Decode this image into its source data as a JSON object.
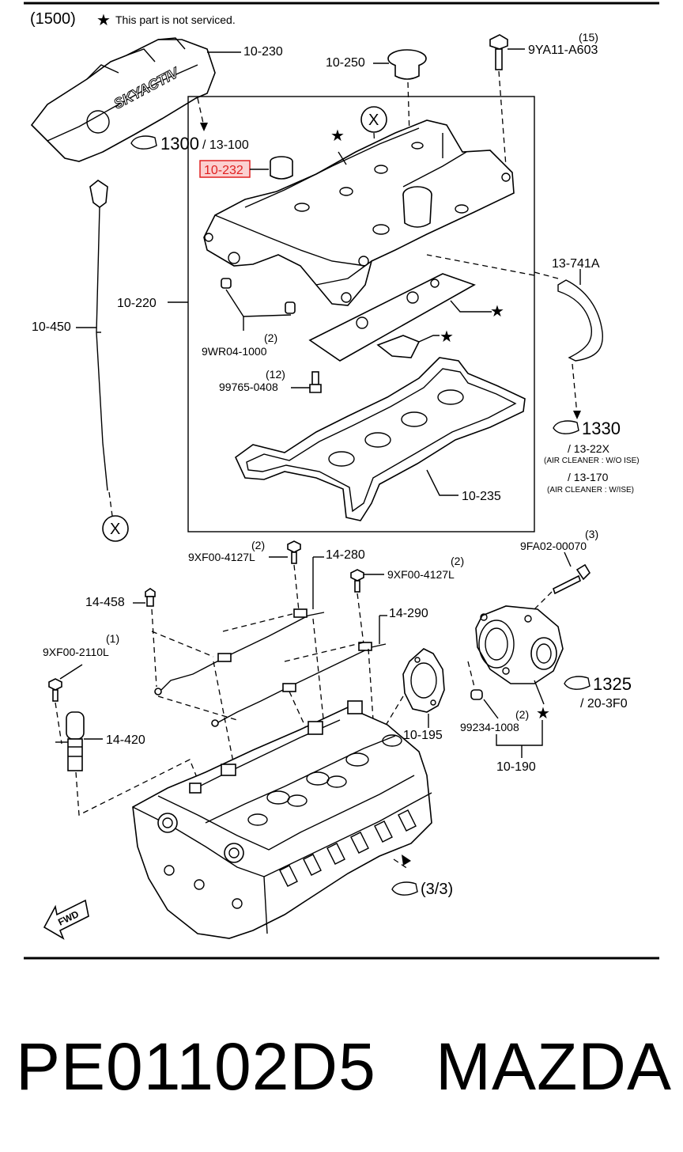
{
  "header": {
    "section_code": "(1500)",
    "star_note": "This part is not serviced."
  },
  "callouts": {
    "p10_230": "10-230",
    "p10_250": "10-250",
    "qty15": "(15)",
    "p9YA11": "9YA11-A603",
    "ref1300": "1300",
    "ref13_100": "/ 13-100",
    "p10_232": "10-232",
    "x_mark": "X",
    "p10_220": "10-220",
    "p13_741A": "13-741A",
    "p10_450": "10-450",
    "qty2_a": "(2)",
    "p9WR04": "9WR04-1000",
    "qty12": "(12)",
    "p99765": "99765-0408",
    "ref1330": "1330",
    "ref13_22X": "/ 13-22X",
    "note_wo_ise": "(AIR CLEANER : W/O ISE)",
    "ref13_170": "/ 13-170",
    "note_wise": "(AIR CLEANER : W/ISE)",
    "p10_235": "10-235",
    "qty2_b": "(2)",
    "p9XF00_a": "9XF00-4127L",
    "p14_280": "14-280",
    "qty3": "(3)",
    "p9FA02": "9FA02-00070",
    "qty2_c": "(2)",
    "p9XF00_b": "9XF00-4127L",
    "p14_458": "14-458",
    "p14_290": "14-290",
    "qty1": "(1)",
    "p9XF00_c": "9XF00-2110L",
    "ref1325": "1325",
    "ref20_3F0": "/ 20-3F0",
    "p14_420": "14-420",
    "p10_195": "10-195",
    "qty2_d": "(2)",
    "p99234": "99234-1008",
    "p10_190": "10-190",
    "ref3_3": "(3/3)",
    "fwd": "FWD"
  },
  "footer": {
    "part_number": "PE01102D5",
    "brand": "MAZDA"
  },
  "colors": {
    "highlight": "#e02020",
    "highlight_fill": "#fbd0d0"
  }
}
